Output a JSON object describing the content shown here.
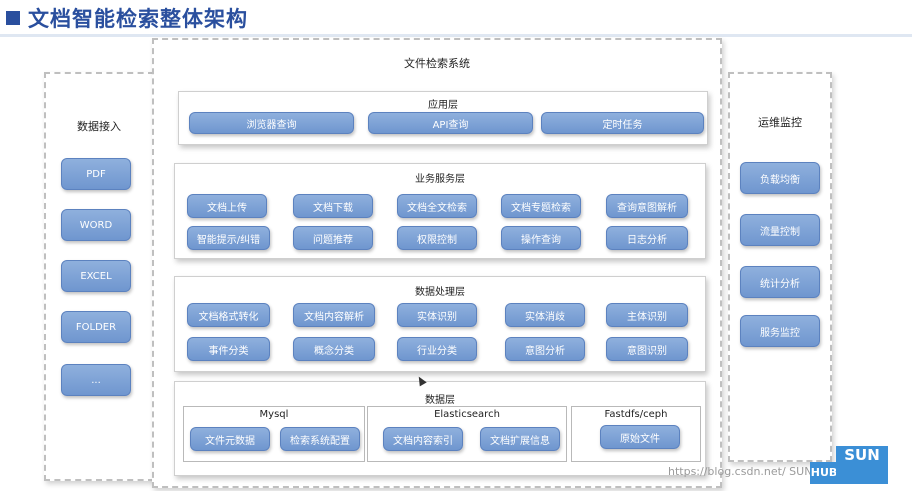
{
  "header": {
    "title": "文档智能检索整体架构"
  },
  "left_panel": {
    "title": "数据接入",
    "items": [
      "PDF",
      "WORD",
      "EXCEL",
      "FOLDER",
      "..."
    ]
  },
  "center": {
    "title": "文件检索系统",
    "app_layer": {
      "title": "应用层",
      "items": [
        "浏览器查询",
        "API查询",
        "定时任务"
      ]
    },
    "business_layer": {
      "title": "业务服务层",
      "row1": [
        "文档上传",
        "文档下载",
        "文档全文检索",
        "文档专题检索",
        "查询意图解析"
      ],
      "row2": [
        "智能提示/纠错",
        "问题推荐",
        "权限控制",
        "操作查询",
        "日志分析"
      ]
    },
    "processing_layer": {
      "title": "数据处理层",
      "row1": [
        "文档格式转化",
        "文档内容解析",
        "实体识别",
        "实体消歧",
        "主体识别"
      ],
      "row2": [
        "事件分类",
        "概念分类",
        "行业分类",
        "意图分析",
        "意图识别"
      ]
    },
    "data_layer": {
      "title": "数据层",
      "mysql": {
        "title": "Mysql",
        "items": [
          "文件元数据",
          "检索系统配置"
        ]
      },
      "elasticsearch": {
        "title": "Elasticsearch",
        "items": [
          "文档内容索引",
          "文档扩展信息"
        ]
      },
      "fastdfs": {
        "title": "Fastdfs/ceph",
        "items": [
          "原始文件"
        ]
      }
    }
  },
  "right_panel": {
    "title": "运维监控",
    "items": [
      "负载均衡",
      "流量控制",
      "统计分析",
      "服务监控"
    ]
  },
  "watermark": "https://blog.csdn.net/ SUN00909",
  "logo": {
    "top": "SUN",
    "main": "HUB"
  }
}
